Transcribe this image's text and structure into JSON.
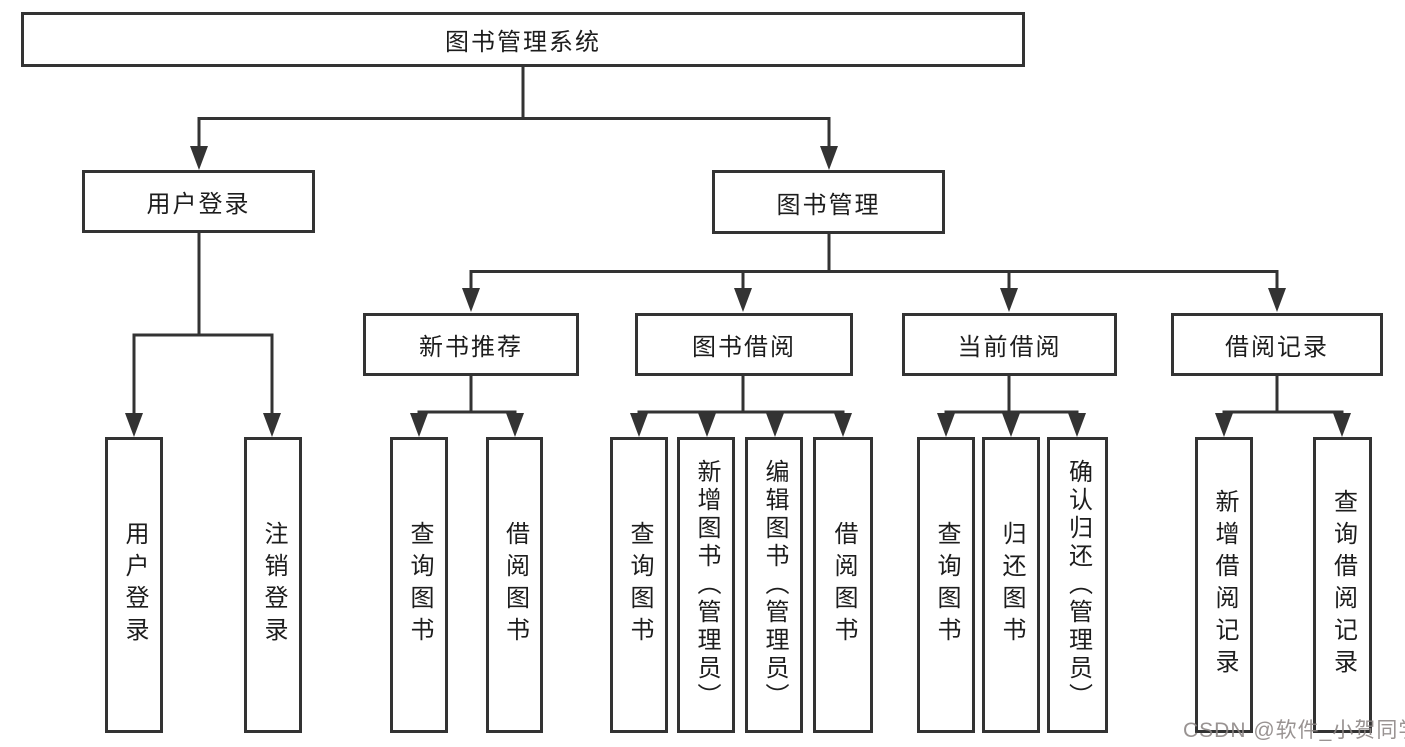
{
  "title": "图书管理系统",
  "level2": {
    "login": "用户登录",
    "manage": "图书管理"
  },
  "level3": {
    "newbook": "新书推荐",
    "borrow": "图书借阅",
    "current": "当前借阅",
    "records": "借阅记录"
  },
  "leaves": {
    "login": [
      "用户登录",
      "注销登录"
    ],
    "newbook": [
      "查询图书",
      "借阅图书"
    ],
    "borrow": [
      "查询图书",
      "新增图书（管理员）",
      "编辑图书（管理员）",
      "借阅图书"
    ],
    "current": [
      "查询图书",
      "归还图书",
      "确认归还（管理员）"
    ],
    "records": [
      "新增借阅记录",
      "查询借阅记录"
    ]
  },
  "watermark": "CSDN @软件_小贺同学",
  "colors": {
    "line": "#333333",
    "text": "#1d1d1d",
    "background": "#ffffff",
    "watermark": "#8b8584"
  }
}
